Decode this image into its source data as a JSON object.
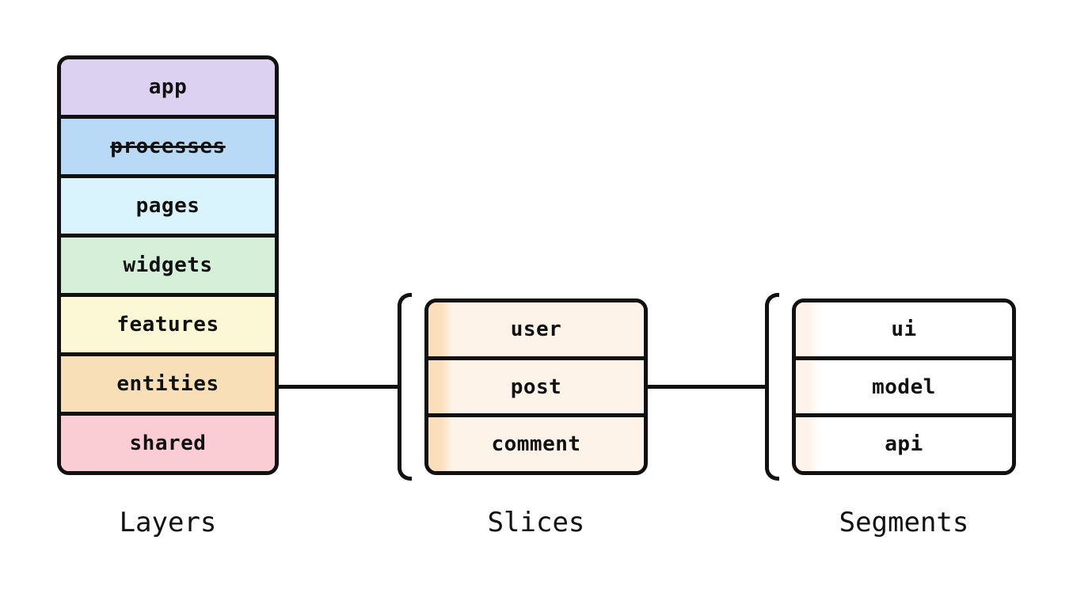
{
  "diagram": {
    "background": "#ffffff",
    "border_color": "#111111",
    "layers": {
      "label": "Layers",
      "rows": [
        {
          "label": "app",
          "color": "#ddd1f1",
          "strikethrough": false
        },
        {
          "label": "processes",
          "color": "#b9daf7",
          "strikethrough": true
        },
        {
          "label": "pages",
          "color": "#d9f4fc",
          "strikethrough": false
        },
        {
          "label": "widgets",
          "color": "#d5efd9",
          "strikethrough": false
        },
        {
          "label": "features",
          "color": "#fcf7d5",
          "strikethrough": false
        },
        {
          "label": "entities",
          "color": "#f9dfb8",
          "strikethrough": false
        },
        {
          "label": "shared",
          "color": "#facdd4",
          "strikethrough": false
        }
      ]
    },
    "slices": {
      "label": "Slices",
      "row_bg": "#fdf3e9",
      "stripe_color": "#fbdfbc",
      "rows": [
        {
          "label": "user"
        },
        {
          "label": "post"
        },
        {
          "label": "comment"
        }
      ]
    },
    "segments": {
      "label": "Segments",
      "row_bg": "#ffffff",
      "stripe_color": "#fdf3ea",
      "rows": [
        {
          "label": "ui"
        },
        {
          "label": "model"
        },
        {
          "label": "api"
        }
      ]
    }
  }
}
